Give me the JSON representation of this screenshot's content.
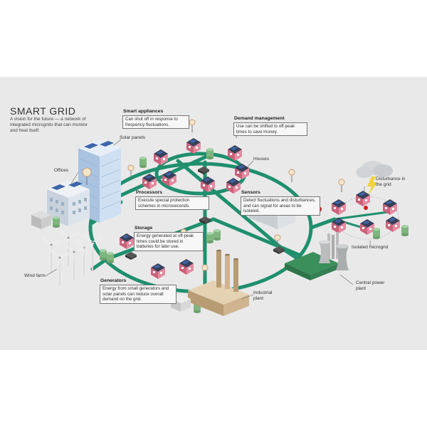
{
  "title": "SMART GRID",
  "subtitle": "A vision for the future — a network of integrated microgrids that can monitor and heal itself.",
  "callouts": {
    "smart_appliances": {
      "heading": "Smart appliances",
      "text": "Can shut off in response to frequency fluctuations."
    },
    "demand_management": {
      "heading": "Demand management",
      "text": "Use can be shifted to off-peak times to save money."
    },
    "processors": {
      "heading": "Processors",
      "text": "Execute special protection schemes in microseconds."
    },
    "sensors": {
      "heading": "Sensors",
      "text": "Detect fluctuations and disturbances, and can signal for areas to be isolated."
    },
    "storage": {
      "heading": "Storage",
      "text": "Energy generated at off-peak times could be stored in batteries for later use."
    },
    "generators": {
      "heading": "Generators",
      "text": "Energy from small generators and solar panels can reduce overall demand on the grid."
    }
  },
  "labels": {
    "solar_panels": "Solar panels",
    "offices": "Offices",
    "houses": "Houses",
    "disturbance": "Disturbance in the grid",
    "isolated_microgrid": "Isolated microgrid",
    "wind_farm": "Wind farm",
    "industrial_plant": "Industrial plant",
    "central_power_plant": "Central power plant"
  },
  "colors": {
    "grid_line": "#1f8f6e",
    "house_wall": "#d9748a",
    "roof": "#3a3f58",
    "solar": "#3d66a8",
    "tank": "#7fb57f",
    "building": "#c9d6e6",
    "factory": "#cfb48f",
    "power_plant": "#bfc3c3",
    "panel_bg": "#e9e9e9"
  }
}
